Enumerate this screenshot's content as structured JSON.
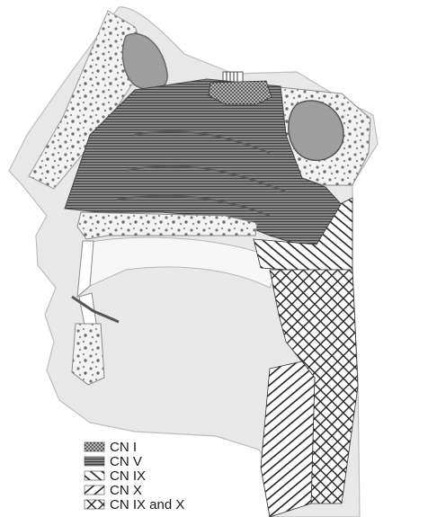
{
  "legend": {
    "items": [
      {
        "label": "CN I",
        "pattern": "dots"
      },
      {
        "label": "CN V",
        "pattern": "horizontal-lines"
      },
      {
        "label": "CN IX",
        "pattern": "diagonal-down"
      },
      {
        "label": "CN X",
        "pattern": "diagonal-up"
      },
      {
        "label": "CN IX and X",
        "pattern": "cross-hatch"
      }
    ]
  },
  "colors": {
    "skin": "#e6e6e6",
    "bone": "#f3f3f3",
    "bone_speckle": "#6a6a6a",
    "sinus_cavity": "#9a9a9a",
    "line_gray": "#707070",
    "hatch": "#222222"
  }
}
